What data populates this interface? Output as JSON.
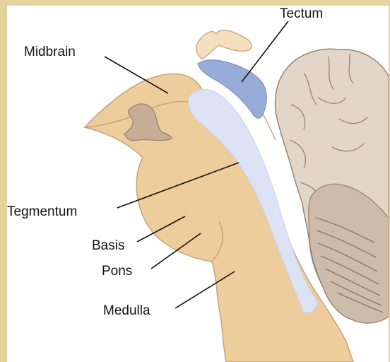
{
  "labels": {
    "tectum": "Tectum",
    "midbrain": "Midbrain",
    "tegmentum": "Tegmentum",
    "basis": "Basis",
    "pons": "Pons",
    "medulla": "Medulla"
  },
  "colors": {
    "frame": "#e4d39c",
    "brainstem": "#eecd9c",
    "brainstem_outline": "#c7a377",
    "tegmentum_fill": "#dde3f4",
    "tectum_fill": "#98acd8",
    "cerebellum": "#e2d6c9",
    "cerebellum_outline": "#9b8372",
    "cerebellum_shadow": "#b8a18f",
    "pineal": "#f5dfbf",
    "thalamus_stub": "#c8ad96"
  }
}
